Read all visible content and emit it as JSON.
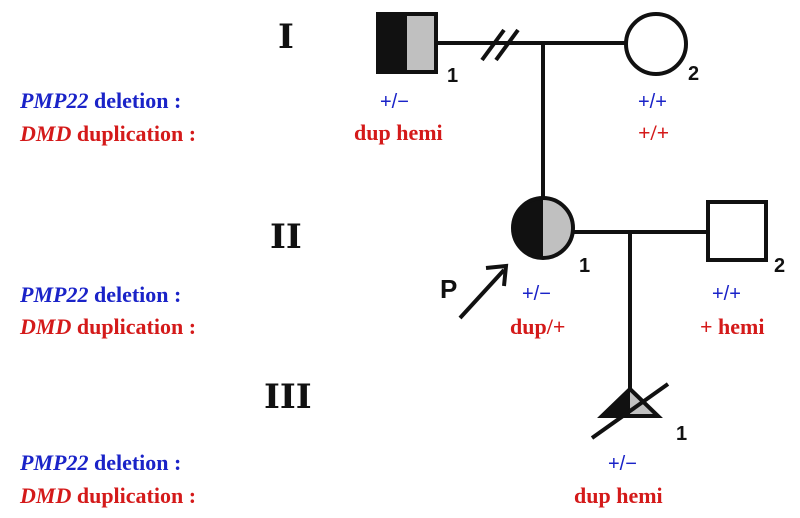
{
  "colors": {
    "blue": "#1a23c8",
    "red": "#d41a1a",
    "black": "#111111",
    "grey": "#c0c0c0"
  },
  "generations": [
    "I",
    "II",
    "III"
  ],
  "row_labels": {
    "pmp22_gene": "PMP22",
    "pmp22_suffix": " deletion :",
    "dmd_gene": "DMD",
    "dmd_suffix": " duplication :"
  },
  "individuals": {
    "I1": {
      "number": "1",
      "sex": "male",
      "pmp22": "+/−",
      "dmd": "dup hemi",
      "fill": "half-black-half-grey"
    },
    "I2": {
      "number": "2",
      "sex": "female",
      "pmp22": "+/+",
      "dmd": "+/+",
      "fill": "unaffected"
    },
    "II1": {
      "number": "1",
      "sex": "female",
      "pmp22": "+/−",
      "dmd": "dup/+",
      "fill": "half-black-half-grey",
      "proband": true
    },
    "II2": {
      "number": "2",
      "sex": "male",
      "pmp22": "+/+",
      "dmd": "+ hemi",
      "fill": "unaffected"
    },
    "III1": {
      "number": "1",
      "sex": "terminated-pregnancy",
      "pmp22": "+/−",
      "dmd": "dup hemi",
      "fill": "half-black-half-grey",
      "deceased": true
    }
  },
  "proband_marker": "P",
  "icons": {
    "proband_arrow": "arrow-up-right-icon",
    "divorce_mark": "double-slash-icon"
  }
}
